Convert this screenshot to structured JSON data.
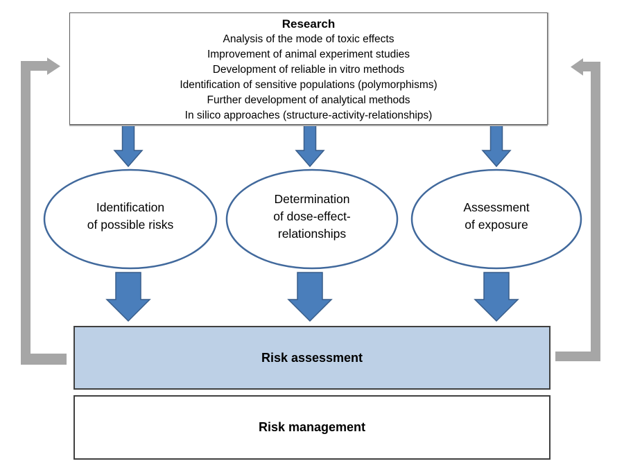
{
  "colors": {
    "blue_arrow_fill": "#4a7ebb",
    "blue_arrow_stroke": "#385d8a",
    "ellipse_stroke": "#41699c",
    "gray_arrow": "#a6a6a6",
    "risk_assessment_fill": "#bdd0e6",
    "box_border": "#3f3f3f",
    "research_border": "#595959",
    "text": "#000000"
  },
  "research": {
    "title": "Research",
    "items": [
      "Analysis of the mode of toxic effects",
      "Improvement of animal experiment studies",
      "Development of reliable in vitro methods",
      "Identification of sensitive populations (polymorphisms)",
      "Further development of analytical methods",
      "In silico approaches (structure-activity-relationships)"
    ]
  },
  "steps": [
    {
      "id": "identification-of-possible-risks",
      "lines": [
        "Identification",
        "of possible risks"
      ]
    },
    {
      "id": "determination-of-dose-effect-relationships",
      "lines": [
        "Determination",
        "of dose-effect-",
        "relationships"
      ]
    },
    {
      "id": "assessment-of-exposure",
      "lines": [
        "Assessment",
        "of exposure"
      ]
    }
  ],
  "risk_assessment_label": "Risk assessment",
  "risk_management_label": "Risk management"
}
